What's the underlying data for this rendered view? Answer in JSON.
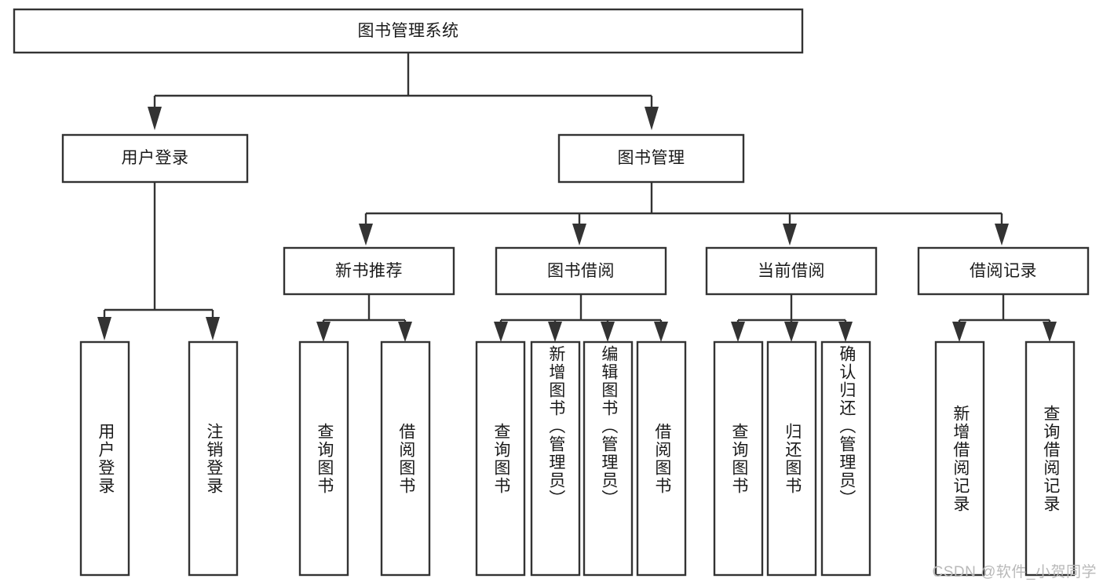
{
  "diagram": {
    "type": "tree-hierarchy-functional-decomposition",
    "title": "图书管理系统",
    "orientation": "top-down",
    "colors": {
      "box_stroke": "#333333",
      "box_fill": "#ffffff",
      "text": "#1a1a1a",
      "background": "#ffffff",
      "watermark": "#b9b9b9"
    },
    "levels": [
      {
        "level": 1,
        "nodes": [
          {
            "id": "root",
            "label": "图书管理系统",
            "orientation": "horizontal"
          }
        ]
      },
      {
        "level": 2,
        "nodes": [
          {
            "id": "login",
            "label": "用户登录",
            "orientation": "horizontal",
            "parent": "root"
          },
          {
            "id": "bookmgmt",
            "label": "图书管理",
            "orientation": "horizontal",
            "parent": "root"
          }
        ]
      },
      {
        "level": 3,
        "nodes": [
          {
            "id": "newbook",
            "label": "新书推荐",
            "orientation": "horizontal",
            "parent": "bookmgmt"
          },
          {
            "id": "borrow",
            "label": "图书借阅",
            "orientation": "horizontal",
            "parent": "bookmgmt"
          },
          {
            "id": "current",
            "label": "当前借阅",
            "orientation": "horizontal",
            "parent": "bookmgmt"
          },
          {
            "id": "records",
            "label": "借阅记录",
            "orientation": "horizontal",
            "parent": "bookmgmt"
          }
        ]
      },
      {
        "level": 4,
        "nodes": [
          {
            "id": "leaf1",
            "label": "用户登录",
            "orientation": "vertical",
            "parent": "login"
          },
          {
            "id": "leaf2",
            "label": "注销登录",
            "orientation": "vertical",
            "parent": "login"
          },
          {
            "id": "leaf3",
            "label": "查询图书",
            "orientation": "vertical",
            "parent": "newbook"
          },
          {
            "id": "leaf4",
            "label": "借阅图书",
            "orientation": "vertical",
            "parent": "newbook"
          },
          {
            "id": "leaf5",
            "label": "查询图书",
            "orientation": "vertical",
            "parent": "borrow"
          },
          {
            "id": "leaf6",
            "label": "新增图书（管理员）",
            "orientation": "vertical",
            "parent": "borrow"
          },
          {
            "id": "leaf7",
            "label": "编辑图书（管理员）",
            "orientation": "vertical",
            "parent": "borrow"
          },
          {
            "id": "leaf8",
            "label": "借阅图书",
            "orientation": "vertical",
            "parent": "borrow"
          },
          {
            "id": "leaf9",
            "label": "查询图书",
            "orientation": "vertical",
            "parent": "current"
          },
          {
            "id": "leaf10",
            "label": "归还图书",
            "orientation": "vertical",
            "parent": "current"
          },
          {
            "id": "leaf11",
            "label": "确认归还（管理员）",
            "orientation": "vertical",
            "parent": "current"
          },
          {
            "id": "leaf12",
            "label": "新增借阅记录",
            "orientation": "vertical",
            "parent": "records"
          },
          {
            "id": "leaf13",
            "label": "查询借阅记录",
            "orientation": "vertical",
            "parent": "records"
          }
        ]
      }
    ]
  },
  "watermark": {
    "text": "CSDN @软件_小贺同学"
  }
}
